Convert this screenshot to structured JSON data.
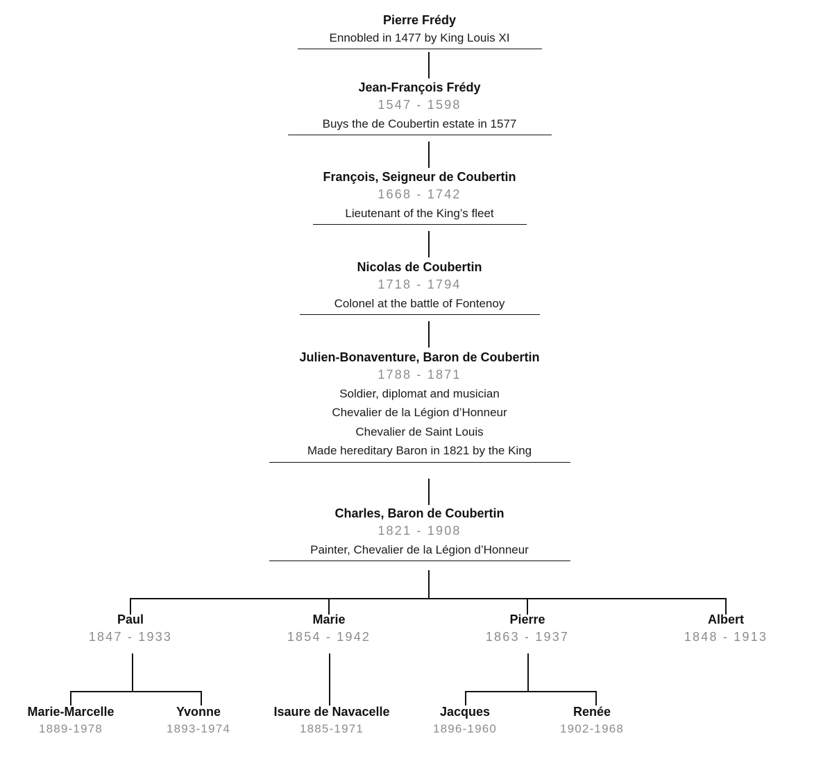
{
  "chart_data": {
    "type": "diagram",
    "title": "Coubertin family genealogy",
    "layout": "vertical descent chain with sibling fan-out"
  },
  "lineage": [
    {
      "name": "Pierre Frédy",
      "dates": "",
      "descriptions": [
        "Ennobled in 1477 by King Louis XI"
      ]
    },
    {
      "name": "Jean-François Frédy",
      "dates": "1547 - 1598",
      "descriptions": [
        "Buys the de Coubertin estate in 1577"
      ]
    },
    {
      "name": "François, Seigneur de Coubertin",
      "dates": "1668 - 1742",
      "descriptions": [
        "Lieutenant of the King’s fleet"
      ]
    },
    {
      "name": "Nicolas de Coubertin",
      "dates": "1718 - 1794",
      "descriptions": [
        "Colonel at the battle of Fontenoy"
      ]
    },
    {
      "name": "Julien-Bonaventure, Baron de Coubertin",
      "dates": "1788 - 1871",
      "descriptions": [
        "Soldier, diplomat and musician",
        "Chevalier de la Légion d’Honneur",
        "Chevalier de Saint Louis",
        "Made hereditary Baron in 1821 by the King"
      ]
    },
    {
      "name": "Charles, Baron de Coubertin",
      "dates": "1821 - 1908",
      "descriptions": [
        "Painter, Chevalier de la Légion d’Honneur"
      ]
    }
  ],
  "siblings": [
    {
      "name": "Paul",
      "dates": "1847 - 1933"
    },
    {
      "name": "Marie",
      "dates": "1854 - 1942"
    },
    {
      "name": "Pierre",
      "dates": "1863 - 1937"
    },
    {
      "name": "Albert",
      "dates": "1848 - 1913"
    }
  ],
  "grandchildren": [
    {
      "name": "Marie-Marcelle",
      "dates": "1889-1978"
    },
    {
      "name": "Yvonne",
      "dates": "1893-1974"
    },
    {
      "name": "Isaure de Navacelle",
      "dates": "1885-1971"
    },
    {
      "name": "Jacques",
      "dates": "1896-1960"
    },
    {
      "name": "Renée",
      "dates": "1902-1968"
    }
  ],
  "colors": {
    "text": "#111111",
    "dates": "#8c8c8c",
    "description": "#1a1a1a",
    "line": "#111111",
    "background": "#ffffff"
  }
}
